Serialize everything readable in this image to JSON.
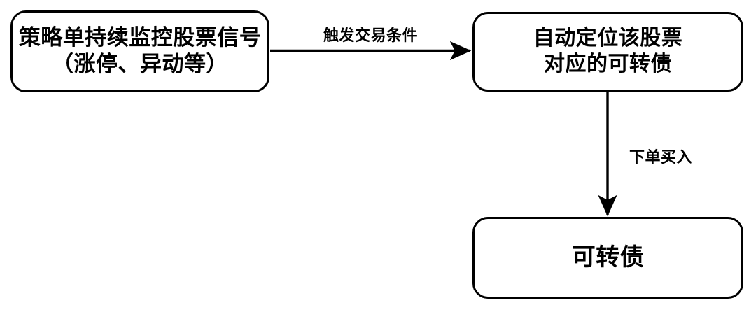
{
  "diagram": {
    "title": "",
    "type": "flowchart",
    "background_color": "#ffffff",
    "stroke_color": "#000000",
    "nodes": [
      {
        "id": "monitor",
        "label": "策略单持续监控股票信号\n（涨停、异动等）",
        "shape": "rounded-rectangle"
      },
      {
        "id": "locate",
        "label": "自动定位该股票\n对应的可转债",
        "shape": "rounded-rectangle"
      },
      {
        "id": "bond",
        "label": "可转债",
        "shape": "rounded-rectangle"
      }
    ],
    "edges": [
      {
        "id": "monitor-to-locate",
        "from": "monitor",
        "to": "locate",
        "label": "触发交易条件",
        "direction": "right"
      },
      {
        "id": "locate-to-bond",
        "from": "locate",
        "to": "bond",
        "label": "下单买入",
        "direction": "down"
      }
    ]
  }
}
